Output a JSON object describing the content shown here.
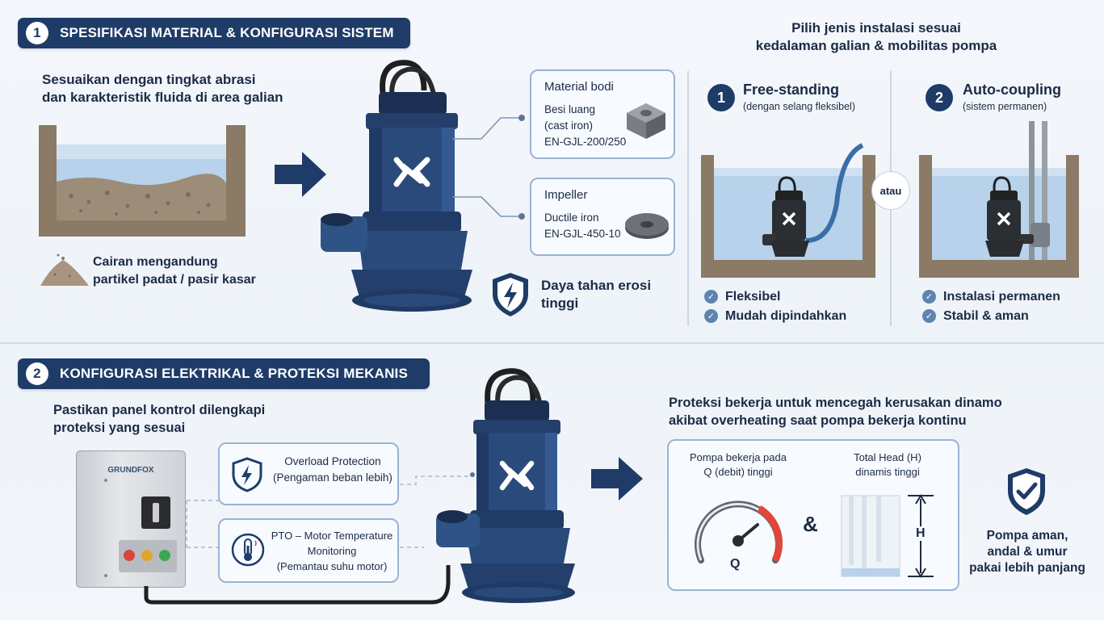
{
  "section1": {
    "number": "1",
    "title": "SPESIFIKASI MATERIAL & KONFIGURASI SISTEM",
    "fluid_heading_line1": "Sesuaikan dengan tingkat abrasi",
    "fluid_heading_line2": "dan karakteristik fluida di area galian",
    "sand_caption_line1": "Cairan mengandung",
    "sand_caption_line2": "partikel padat / pasir kasar",
    "material_card": {
      "title": "Material bodi",
      "line1": "Besi luang",
      "line2": "(cast iron)",
      "line3": "EN-GJL-200/250"
    },
    "impeller_card": {
      "title": "Impeller",
      "line1": "Ductile iron",
      "line2": "EN-GJL-450-10"
    },
    "erosion_line1": "Daya tahan erosi",
    "erosion_line2": "tinggi"
  },
  "installation": {
    "heading_line1": "Pilih jenis instalasi sesuai",
    "heading_line2": "kedalaman galian & mobilitas pompa",
    "separator": "atau",
    "option1": {
      "number": "1",
      "title": "Free-standing",
      "subtitle": "(dengan selang fleksibel)",
      "bullets": [
        "Fleksibel",
        "Mudah dipindahkan"
      ]
    },
    "option2": {
      "number": "2",
      "title": "Auto-coupling",
      "subtitle": "(sistem permanen)",
      "bullets": [
        "Instalasi permanen",
        "Stabil & aman"
      ]
    }
  },
  "section2": {
    "number": "2",
    "title": "KONFIGURASI ELEKTRIKAL & PROTEKSI MEKANIS",
    "panel_heading_line1": "Pastikan panel kontrol dilengkapi",
    "panel_heading_line2": "proteksi yang sesuai",
    "panel_brand": "GRUNDFOX",
    "overload": {
      "title": "Overload Protection",
      "subtitle": "(Pengaman beban lebih)"
    },
    "pto": {
      "line1": "PTO – Motor Temperature",
      "line2": "Monitoring",
      "line3": "(Pemantau suhu motor)"
    },
    "protection_heading_line1": "Proteksi bekerja untuk mencegah kerusakan dinamo",
    "protection_heading_line2": "akibat overheating saat pompa bekerja kontinu",
    "gauge_label_line1": "Pompa bekerja pada",
    "gauge_label_line2": "Q (debit) tinggi",
    "gauge_letter": "Q",
    "ampersand": "&",
    "head_label_line1": "Total Head (H)",
    "head_label_line2": "dinamis tinggi",
    "head_letter": "H",
    "result_line1": "Pompa aman,",
    "result_line2": "andal & umur",
    "result_line3": "pakai lebih panjang"
  },
  "colors": {
    "navy": "#1f3c68",
    "pump_blue": "#2a4a7c",
    "water": "#a9c8e4",
    "soil": "#8b7a66",
    "gauge_red": "#e0463a"
  }
}
